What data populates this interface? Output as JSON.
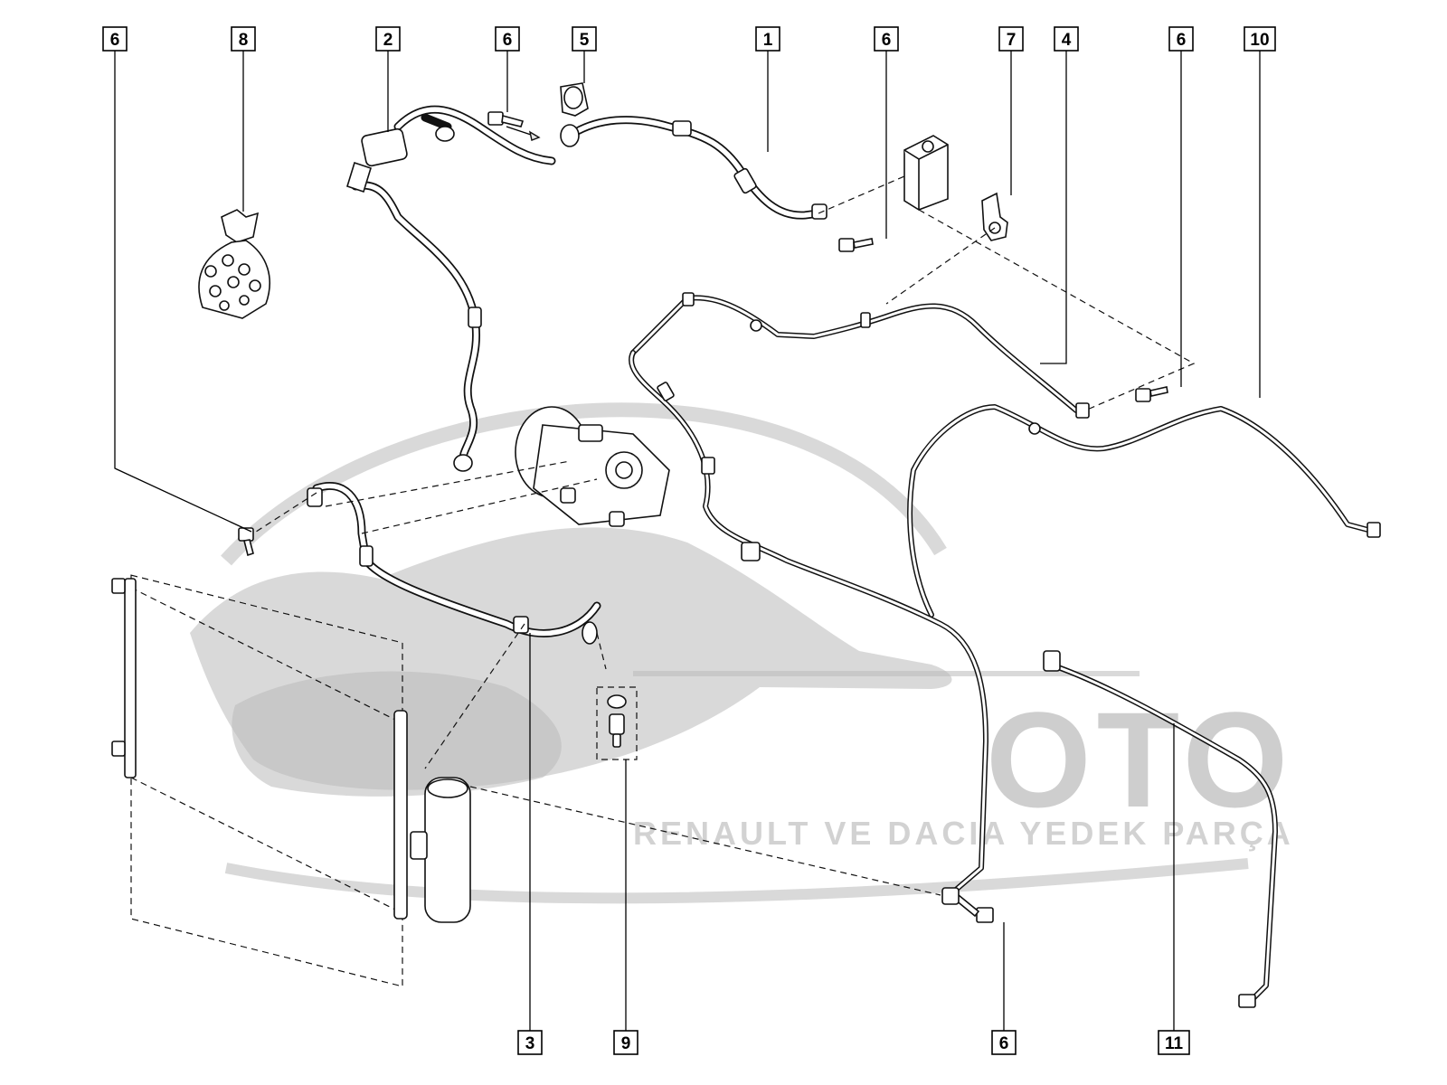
{
  "watermark": {
    "brand": "OTO",
    "tagline": "RENAULT VE DACIA YEDEK PARÇA",
    "color": "#b9b9b9"
  },
  "callouts": [
    {
      "id": "c6a",
      "label": "6"
    },
    {
      "id": "c8",
      "label": "8"
    },
    {
      "id": "c2",
      "label": "2"
    },
    {
      "id": "c6b",
      "label": "6"
    },
    {
      "id": "c5",
      "label": "5"
    },
    {
      "id": "c1",
      "label": "1"
    },
    {
      "id": "c6c",
      "label": "6"
    },
    {
      "id": "c7",
      "label": "7"
    },
    {
      "id": "c4",
      "label": "4"
    },
    {
      "id": "c6d",
      "label": "6"
    },
    {
      "id": "c10",
      "label": "10"
    },
    {
      "id": "c3",
      "label": "3"
    },
    {
      "id": "c9",
      "label": "9"
    },
    {
      "id": "c6e",
      "label": "6"
    },
    {
      "id": "c11",
      "label": "11"
    }
  ]
}
